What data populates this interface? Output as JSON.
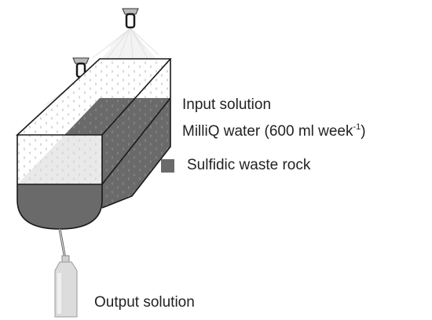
{
  "labels": {
    "input_solution": "Input solution",
    "milliq_prefix": "MilliQ water (600 ml week",
    "milliq_exponent": "-1",
    "milliq_suffix": ")",
    "waste_rock": "Sulfidic waste rock",
    "output_solution": "Output solution"
  },
  "colors": {
    "waste_rock_fill": "#6a6a6a",
    "outline": "#1a1a1a",
    "water_drops": "#d8d8d8",
    "bottle": "#dcdcdc"
  },
  "icons": [
    "sprinkler-icon",
    "sprinkler-icon",
    "bottle-icon"
  ]
}
